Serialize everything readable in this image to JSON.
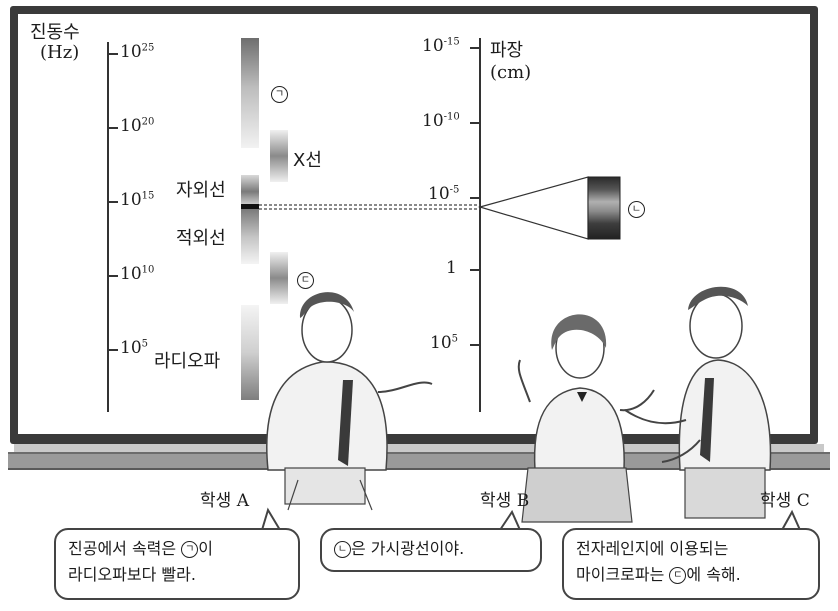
{
  "left_axis": {
    "title_line1": "진동수",
    "title_line2": "(Hz)",
    "ticks": [
      {
        "base": "10",
        "exp": "25"
      },
      {
        "base": "10",
        "exp": "20"
      },
      {
        "base": "10",
        "exp": "15"
      },
      {
        "base": "10",
        "exp": "10"
      },
      {
        "base": "10",
        "exp": "5"
      }
    ]
  },
  "right_axis": {
    "title_line1": "파장",
    "title_line2": "(cm)",
    "ticks": [
      {
        "base": "10",
        "exp": "-15"
      },
      {
        "base": "10",
        "exp": "-10"
      },
      {
        "base": "10",
        "exp": "-5"
      },
      {
        "base": "1",
        "exp": ""
      },
      {
        "base": "10",
        "exp": "5"
      }
    ]
  },
  "bands": {
    "gamma_marker": "ㄱ",
    "xray": "X선",
    "uv": "자외선",
    "ir": "적외선",
    "micro_marker": "ㄷ",
    "radio": "라디오파",
    "visible_marker": "ㄴ"
  },
  "students": [
    {
      "label": "학생",
      "letter": "A"
    },
    {
      "label": "학생",
      "letter": "B"
    },
    {
      "label": "학생",
      "letter": "C"
    }
  ],
  "bubbles": {
    "a_pre": "진공에서 속력은 ",
    "a_marker": "ㄱ",
    "a_post": "이",
    "a_line2": "라디오파보다 빨라.",
    "b_marker": "ㄴ",
    "b_post": "은 가시광선이야.",
    "c_line1": "전자레인지에 이용되는",
    "c_pre": "마이크로파는 ",
    "c_marker": "ㄷ",
    "c_post": "에 속해."
  }
}
